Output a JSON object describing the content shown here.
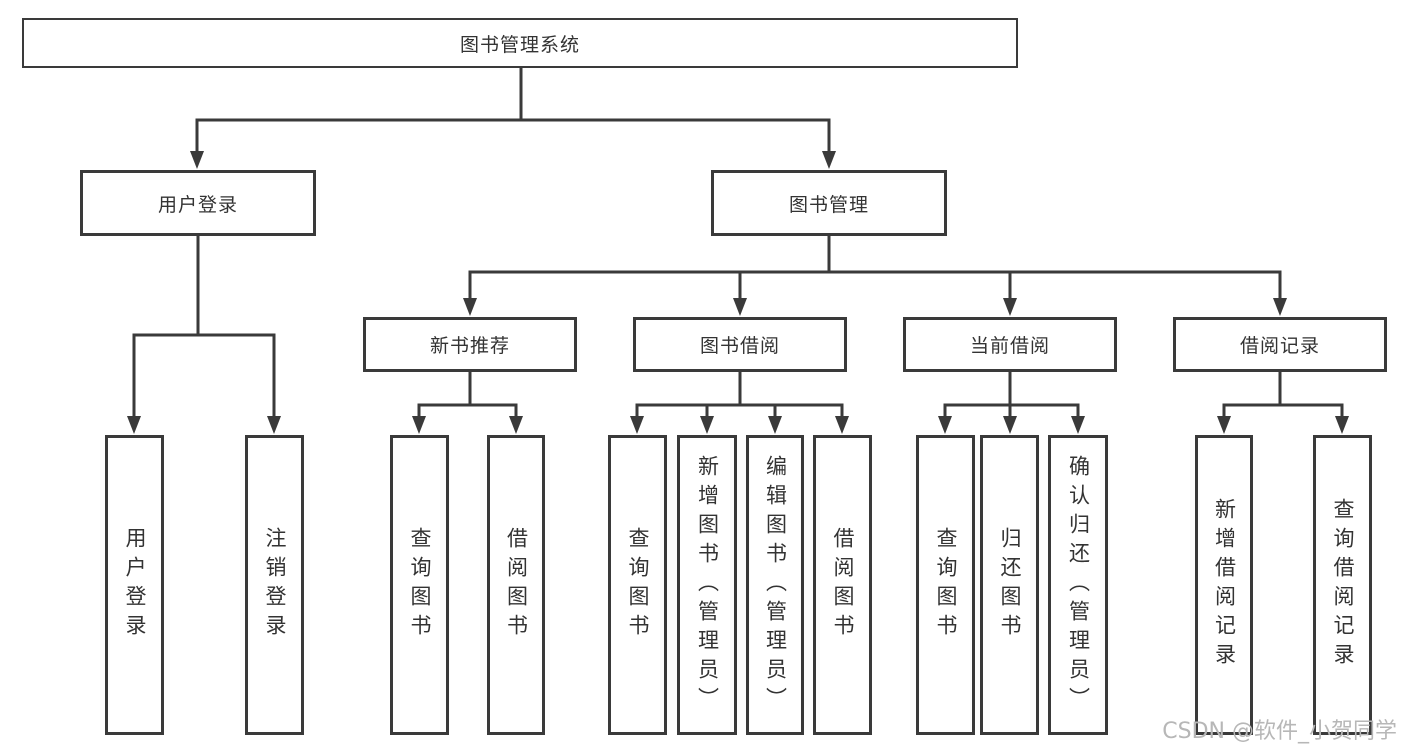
{
  "diagram": {
    "root": {
      "label": "图书管理系统"
    },
    "branches": [
      {
        "label": "用户登录",
        "children": [
          {
            "label": "用户登录"
          },
          {
            "label": "注销登录"
          }
        ]
      },
      {
        "label": "图书管理",
        "children": [
          {
            "label": "新书推荐",
            "children": [
              {
                "label": "查询图书"
              },
              {
                "label": "借阅图书"
              }
            ]
          },
          {
            "label": "图书借阅",
            "children": [
              {
                "label": "查询图书"
              },
              {
                "label": "新增图书（管理员）"
              },
              {
                "label": "编辑图书（管理员）"
              },
              {
                "label": "借阅图书"
              }
            ]
          },
          {
            "label": "当前借阅",
            "children": [
              {
                "label": "查询图书"
              },
              {
                "label": "归还图书"
              },
              {
                "label": "确认归还（管理员）"
              }
            ]
          },
          {
            "label": "借阅记录",
            "children": [
              {
                "label": "新增借阅记录"
              },
              {
                "label": "查询借阅记录"
              }
            ]
          }
        ]
      }
    ]
  },
  "watermark": {
    "text": "CSDN @软件_小贺同学"
  },
  "colors": {
    "line": "#3a3a3a",
    "box_border": "#3a3a3a",
    "box_background": "#ffffff",
    "text": "#333333",
    "watermark": "#b7b7b7",
    "background": "#ffffff"
  }
}
